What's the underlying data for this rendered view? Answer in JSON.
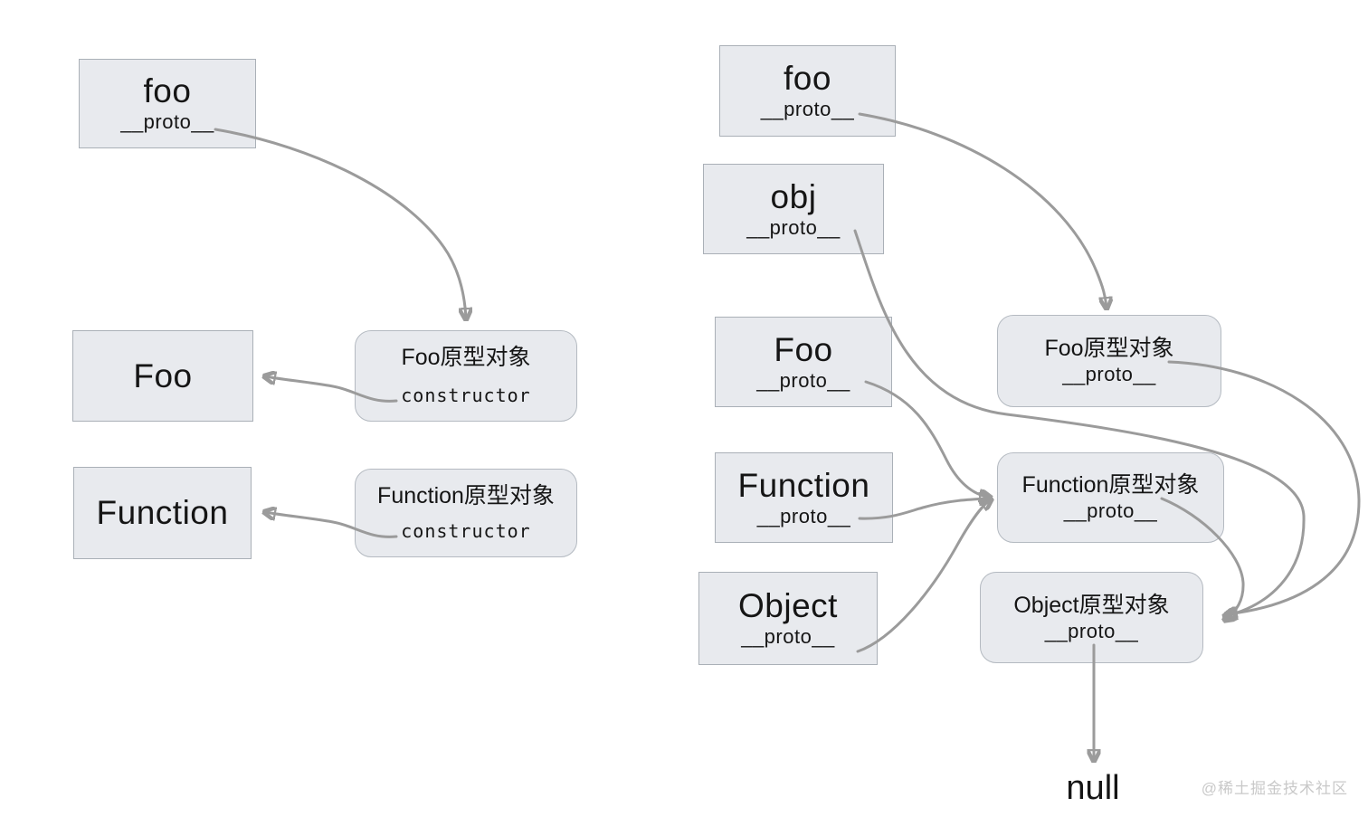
{
  "left": {
    "foo": {
      "label": "foo",
      "sub": "__proto__"
    },
    "Foo": {
      "label": "Foo"
    },
    "Function": {
      "label": "Function"
    },
    "fooProto": {
      "title": "Foo原型对象",
      "prop": "constructor"
    },
    "functionProto": {
      "title": "Function原型对象",
      "prop": "constructor"
    }
  },
  "right": {
    "foo": {
      "label": "foo",
      "sub": "__proto__"
    },
    "obj": {
      "label": "obj",
      "sub": "__proto__"
    },
    "Foo": {
      "label": "Foo",
      "sub": "__proto__"
    },
    "Function": {
      "label": "Function",
      "sub": "__proto__"
    },
    "Object": {
      "label": "Object",
      "sub": "__proto__"
    },
    "fooProto": {
      "title": "Foo原型对象",
      "sub": "__proto__"
    },
    "functionProto": {
      "title": "Function原型对象",
      "sub": "__proto__"
    },
    "objectProto": {
      "title": "Object原型对象",
      "sub": "__proto__"
    },
    "nullLabel": "null"
  },
  "watermark": "@稀土掘金技术社区",
  "colors": {
    "box_fill": "#e8eaee",
    "box_border": "#aab0b7",
    "arrow": "#9b9b9b",
    "text": "#151515",
    "watermark": "#c9c9c9"
  }
}
